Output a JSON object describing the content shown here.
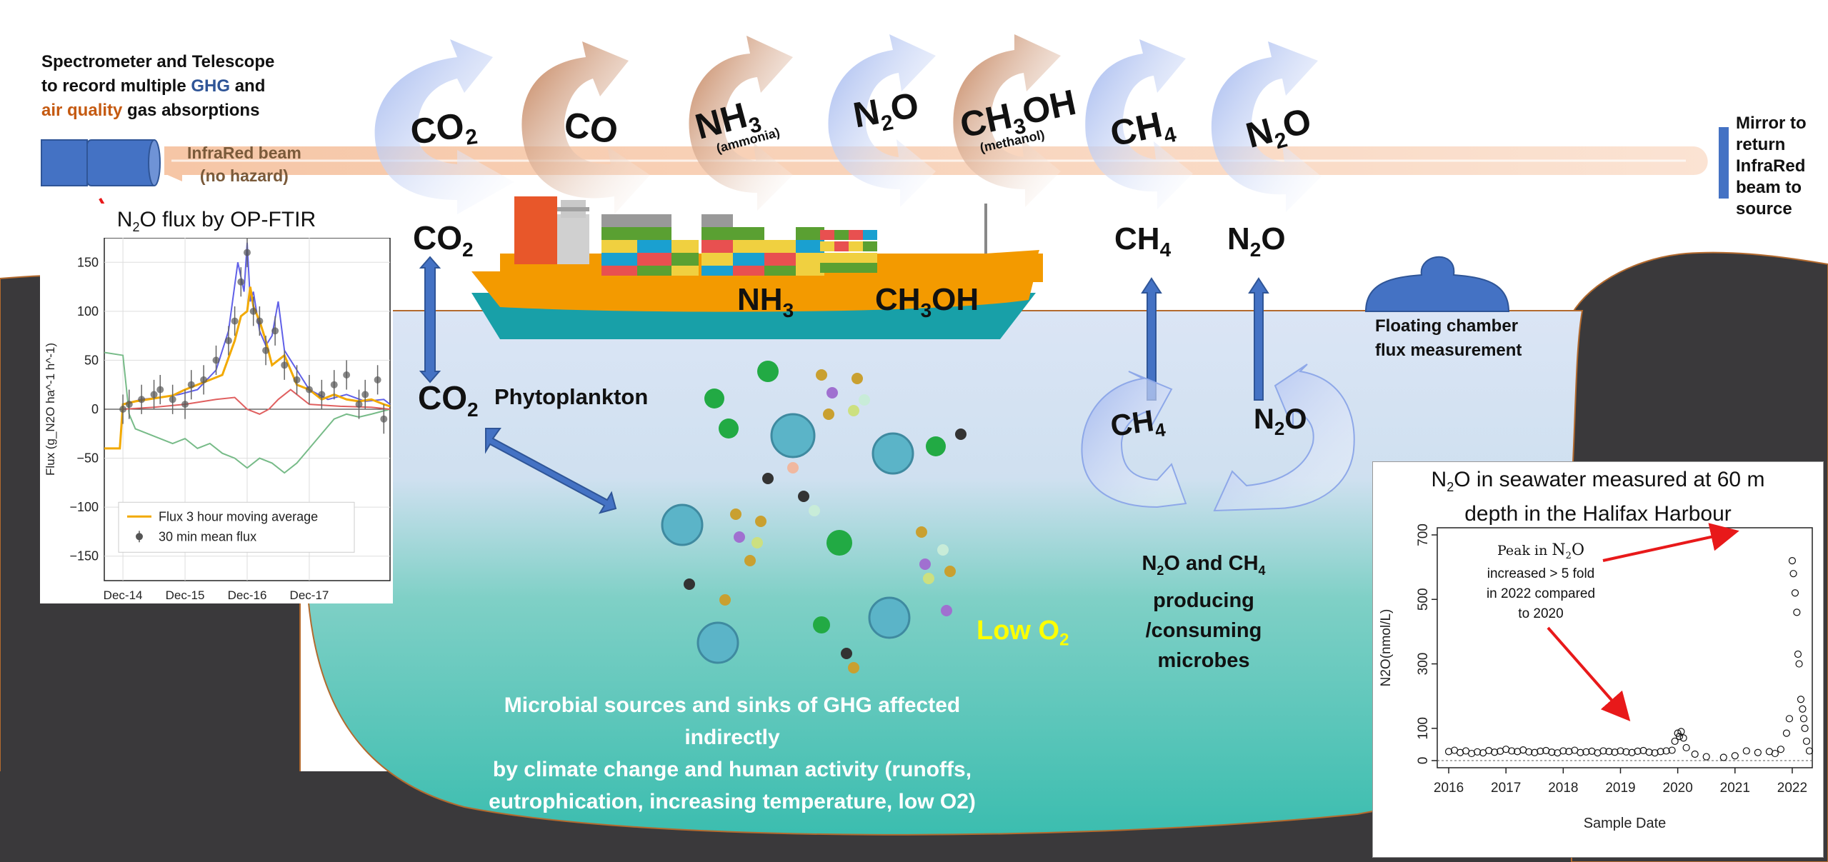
{
  "instrument": {
    "line1": "Spectrometer and Telescope",
    "line2a": "to record multiple ",
    "line2b": "GHG",
    "line2c": " and",
    "line3a": "air quality",
    "line3b": " gas absorptions",
    "beam1": "InfraRed beam",
    "beam2": "(no hazard)"
  },
  "mirror": {
    "l1": "Mirror to",
    "l2": "return",
    "l3": "InfraRed",
    "l4": "beam to",
    "l5": "source"
  },
  "float": {
    "l1": "Floating chamber",
    "l2": "flux measurement"
  },
  "atm_gases": [
    {
      "base": "CO",
      "sub": "2",
      "rest": "",
      "note": ""
    },
    {
      "base": "CO",
      "sub": "",
      "rest": "",
      "note": ""
    },
    {
      "base": "NH",
      "sub": "3",
      "rest": "",
      "note": "(ammonia)"
    },
    {
      "base": "N",
      "sub": "2",
      "rest": "O",
      "note": ""
    },
    {
      "base": "CH",
      "sub": "3",
      "rest": "OH",
      "note": "(methanol)"
    },
    {
      "base": "CH",
      "sub": "4",
      "rest": "",
      "note": ""
    },
    {
      "base": "N",
      "sub": "2",
      "rest": "O",
      "note": ""
    }
  ],
  "labels": {
    "co2_top": {
      "base": "CO",
      "sub": "2"
    },
    "co2_bottom": {
      "base": "CO",
      "sub": "2"
    },
    "nh3_ship": {
      "base": "NH",
      "sub": "3"
    },
    "ch3oh_ship": {
      "base": "CH",
      "sub": "3",
      "rest": "OH"
    },
    "ch4_top": {
      "base": "CH",
      "sub": "4"
    },
    "n2o_top": {
      "base": "N",
      "sub": "2",
      "rest": "O"
    },
    "ch4_cycle": {
      "base": "CH",
      "sub": "4"
    },
    "n2o_cycle": {
      "base": "N",
      "sub": "2",
      "rest": "O"
    },
    "phytoplankton": "Phytoplankton",
    "lowo2": {
      "base": "Low O",
      "sub": "2"
    },
    "microbes": {
      "a": "N",
      "b": "2",
      "c": "O and CH",
      "d": "4",
      "l2": "producing",
      "l3": "/consuming",
      "l4": "microbes"
    },
    "bottom1": "Microbial sources and sinks of GHG affected indirectly",
    "bottom2": "by climate change and human activity (runoffs,",
    "bottom3": "eutrophication, increasing temperature, low O2)"
  },
  "colors": {
    "sky": "#ffffff",
    "seabed": "#3a393b",
    "water_top": "#d5e2f3",
    "water_bottom": "#3dbfb0",
    "blue_arrow": "#4472c4",
    "tan_arrow": "#c77f55",
    "light_arrow": "#a9bdf0",
    "accent_blue": "#2f5597",
    "accent_orange": "#c55a11",
    "low_o2": "#ffff00",
    "red": "#e8191a"
  },
  "chart_data": [
    {
      "type": "line",
      "title": {
        "a": "N",
        "b": "2",
        "c": "O flux by OP-FTIR"
      },
      "ylabel": "Flux (g_N2O ha^-1 h^-1)",
      "xlabel": "",
      "x_ticks": [
        "Dec-14",
        "Dec-15",
        "Dec-16",
        "Dec-17"
      ],
      "y_ticks": [
        "150",
        "100",
        "50",
        "0",
        "−50",
        "−100",
        "−150"
      ],
      "ylim": [
        -175,
        175
      ],
      "xlim": [
        13.7,
        18.3
      ],
      "grid": true,
      "legend_position": "lower-left",
      "series": [
        {
          "name": "Flux 3 hour moving average",
          "color": "#f2a900",
          "x": [
            13.7,
            13.95,
            14.0,
            14.2,
            14.4,
            14.6,
            14.8,
            15.0,
            15.2,
            15.4,
            15.6,
            15.8,
            15.9,
            16.0,
            16.05,
            16.1,
            16.2,
            16.3,
            16.4,
            16.6,
            16.8,
            17.0,
            17.2,
            17.4,
            17.6,
            17.8,
            18.0,
            18.2,
            18.3
          ],
          "y": [
            -40,
            -40,
            5,
            8,
            10,
            12,
            14,
            20,
            25,
            30,
            35,
            70,
            95,
            100,
            125,
            105,
            90,
            70,
            45,
            55,
            25,
            20,
            10,
            15,
            10,
            8,
            10,
            5,
            3
          ]
        },
        {
          "name": "30 min mean flux",
          "color": "#444444",
          "marker": "point-errorbar",
          "x": [
            14.0,
            14.1,
            14.3,
            14.5,
            14.6,
            14.8,
            15.0,
            15.1,
            15.3,
            15.5,
            15.7,
            15.8,
            15.9,
            16.0,
            16.1,
            16.2,
            16.3,
            16.45,
            16.6,
            16.8,
            17.0,
            17.2,
            17.4,
            17.6,
            17.8,
            17.9,
            18.1,
            18.2
          ],
          "y": [
            0,
            5,
            10,
            15,
            20,
            10,
            5,
            25,
            30,
            50,
            70,
            90,
            130,
            160,
            100,
            90,
            60,
            80,
            45,
            30,
            20,
            15,
            25,
            35,
            5,
            15,
            30,
            -10
          ]
        },
        {
          "name": "",
          "color": "#6060e8",
          "x": [
            14.0,
            14.3,
            14.6,
            14.9,
            15.2,
            15.5,
            15.7,
            15.85,
            15.95,
            16.0,
            16.05,
            16.1,
            16.2,
            16.3,
            16.4,
            16.5,
            16.6,
            16.8,
            17.0,
            17.3,
            17.6,
            17.9,
            18.2,
            18.3
          ],
          "y": [
            5,
            10,
            12,
            15,
            20,
            40,
            80,
            150,
            120,
            170,
            110,
            120,
            80,
            65,
            75,
            110,
            60,
            40,
            20,
            10,
            15,
            8,
            10,
            5
          ]
        },
        {
          "name": "",
          "color": "#e06060",
          "x": [
            14.0,
            14.5,
            15.0,
            15.5,
            15.8,
            16.0,
            16.2,
            16.35,
            16.5,
            16.7,
            17.0,
            17.5,
            18.0,
            18.3
          ],
          "y": [
            0,
            2,
            5,
            10,
            12,
            0,
            -5,
            0,
            10,
            20,
            5,
            3,
            2,
            0
          ]
        },
        {
          "name": "",
          "color": "#77bb88",
          "x": [
            13.7,
            14.0,
            14.1,
            14.2,
            14.4,
            14.6,
            14.8,
            15.0,
            15.2,
            15.4,
            15.6,
            15.8,
            16.0,
            16.2,
            16.4,
            16.6,
            16.8,
            17.0,
            17.2,
            17.4,
            17.6,
            17.8,
            18.0,
            18.3
          ],
          "y": [
            58,
            55,
            -5,
            -20,
            -25,
            -30,
            -35,
            -30,
            -40,
            -35,
            -45,
            -50,
            -60,
            -50,
            -55,
            -65,
            -55,
            -40,
            -25,
            -10,
            -5,
            -8,
            -5,
            0
          ]
        }
      ]
    },
    {
      "type": "scatter",
      "title": {
        "a": "N",
        "b": "2",
        "c": "O in seawater measured at 60 m",
        "d": "depth in the Halifax Harbour"
      },
      "xlabel": "Sample Date",
      "ylabel": "N2O(nmol/L)",
      "x_ticks": [
        "2016",
        "2017",
        "2018",
        "2019",
        "2020",
        "2021",
        "2022"
      ],
      "y_ticks": [
        "0",
        "100",
        "300",
        "500",
        "700"
      ],
      "xlim": [
        2015.8,
        2022.35
      ],
      "ylim": [
        0,
        700
      ],
      "annotation": {
        "a": "Peak in ",
        "b": "N",
        "c": "2",
        "d": "O",
        "l2": "increased > 5 fold",
        "l3": "in 2022 compared",
        "l4": "to 2020"
      },
      "series": [
        {
          "name": "",
          "color": "#111111",
          "marker": "open-circle",
          "x": [
            2016.0,
            2016.1,
            2016.2,
            2016.3,
            2016.4,
            2016.5,
            2016.6,
            2016.7,
            2016.8,
            2016.9,
            2017.0,
            2017.1,
            2017.2,
            2017.3,
            2017.4,
            2017.5,
            2017.6,
            2017.7,
            2017.8,
            2017.9,
            2018.0,
            2018.1,
            2018.2,
            2018.3,
            2018.4,
            2018.5,
            2018.6,
            2018.7,
            2018.8,
            2018.9,
            2019.0,
            2019.1,
            2019.2,
            2019.3,
            2019.4,
            2019.5,
            2019.6,
            2019.7,
            2019.8,
            2019.9,
            2019.95,
            2020.0,
            2020.03,
            2020.06,
            2020.1,
            2020.15,
            2020.3,
            2020.5,
            2020.8,
            2021.0,
            2021.2,
            2021.4,
            2021.6,
            2021.7,
            2021.8,
            2021.9,
            2021.95,
            2022.0,
            2022.02,
            2022.05,
            2022.08,
            2022.1,
            2022.12,
            2022.15,
            2022.18,
            2022.2,
            2022.22,
            2022.25,
            2022.3
          ],
          "y": [
            28,
            32,
            25,
            30,
            22,
            27,
            24,
            31,
            26,
            29,
            35,
            30,
            28,
            33,
            27,
            25,
            29,
            31,
            26,
            24,
            30,
            28,
            32,
            25,
            27,
            29,
            24,
            30,
            28,
            26,
            30,
            27,
            25,
            29,
            31,
            26,
            24,
            28,
            30,
            32,
            60,
            85,
            75,
            90,
            70,
            40,
            20,
            12,
            10,
            15,
            30,
            25,
            28,
            22,
            35,
            85,
            130,
            620,
            580,
            520,
            460,
            330,
            300,
            190,
            160,
            130,
            100,
            60,
            30
          ]
        }
      ]
    }
  ]
}
